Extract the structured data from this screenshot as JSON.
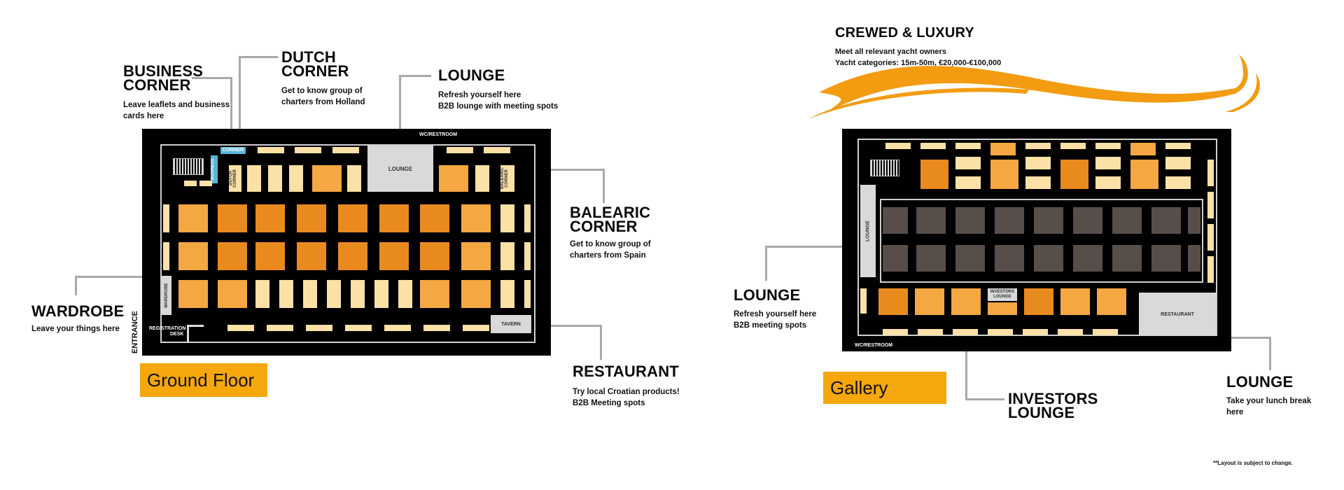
{
  "ground_floor": {
    "badge": "Ground Floor",
    "callouts": {
      "business_corner": {
        "title_1": "BUSINESS",
        "title_2": "CORNER",
        "desc_1": "Leave leaflets and business",
        "desc_2": "cards here"
      },
      "dutch_corner": {
        "title_1": "DUTCH",
        "title_2": "CORNER",
        "desc_1": "Get to know group of",
        "desc_2": "charters from Holland"
      },
      "lounge": {
        "title": "LOUNGE",
        "desc_1": "Refresh yourself here",
        "desc_2": "B2B lounge with meeting spots"
      },
      "balearic_corner": {
        "title_1": "BALEARIC",
        "title_2": "CORNER",
        "desc_1": "Get to know group of",
        "desc_2": "charters from Spain"
      },
      "wardrobe": {
        "title": "WARDROBE",
        "desc": "Leave your things here"
      },
      "restaurant": {
        "title": "RESTAURANT",
        "desc_1": "Try local Croatian products!",
        "desc_2": "B2B Meeting spots"
      }
    },
    "plan_labels": {
      "wc": "WC/RESTROOM",
      "corner": "CORNER",
      "business": "BUSINESS",
      "dutch_corner": "DUTCH CORNER",
      "lounge": "LOUNGE",
      "balearic_corner": "BALEARIC CORNER",
      "wardrobe": "WARDROBE",
      "registration": "REGISTRATION",
      "desk": "DESK",
      "tavern": "TAVERN",
      "entrance": "ENTRANCE"
    }
  },
  "gallery": {
    "badge": "Gallery",
    "header": {
      "title": "CREWED & LUXURY",
      "line_1": "Meet all relevant yacht owners",
      "line_2": "Yacht categories: 15m-50m, €20,000-€100,000"
    },
    "callouts": {
      "lounge_left": {
        "title": "LOUNGE",
        "desc_1": "Refresh yourself here",
        "desc_2": "B2B meeting spots"
      },
      "investors_lounge": {
        "title_1": "INVESTORS",
        "title_2": "LOUNGE"
      },
      "lounge_right": {
        "title": "LOUNGE",
        "desc_1": "Take your lunch break",
        "desc_2": "here"
      }
    },
    "plan_labels": {
      "lounge": "LOUNGE",
      "investors_lounge_1": "INVESTORS",
      "investors_lounge_2": "LOUNGE",
      "restaurant": "RESTAURANT",
      "wc": "WC/RESTROOM"
    }
  },
  "footnote": "**Layout is subject to change.",
  "colors": {
    "booth_dark": "#e98a1f",
    "booth_medium": "#f5a742",
    "booth_light": "#fce1a7",
    "booth_grey": "#574e49",
    "badge": "#f5a70c",
    "swoosh": "#f39c12"
  }
}
